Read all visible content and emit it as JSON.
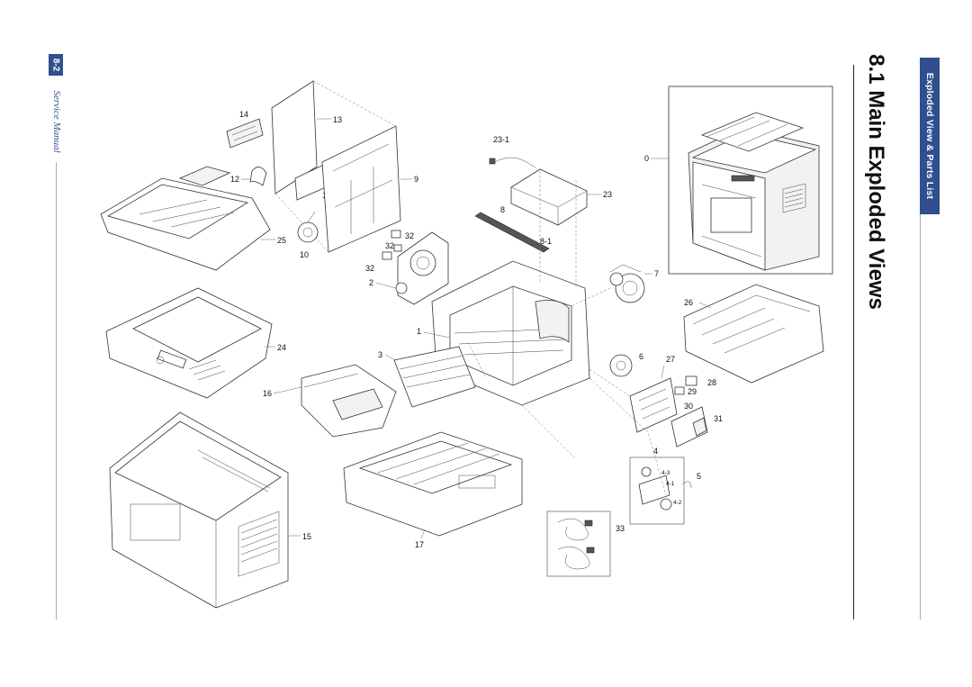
{
  "header": {
    "section_label": "Exploded View & Parts List",
    "title": "8.1 Main Exploded Views"
  },
  "footer": {
    "page_number": "8-2",
    "manual_label": "Service Manual"
  },
  "callouts": {
    "c0": "0",
    "c1": "1",
    "c2": "2",
    "c3": "3",
    "c4": "4",
    "c4_1": "4-1",
    "c4_2": "4-2",
    "c4_3": "4-3",
    "c5": "5",
    "c6": "6",
    "c7": "7",
    "c8": "8",
    "c8_1": "8-1",
    "c9": "9",
    "c10": "10",
    "c11": "11",
    "c12": "12",
    "c13": "13",
    "c14": "14",
    "c15": "15",
    "c16": "16",
    "c17": "17",
    "c23": "23",
    "c23_1": "23-1",
    "c24": "24",
    "c25": "25",
    "c26": "26",
    "c27": "27",
    "c28": "28",
    "c29": "29",
    "c30": "30",
    "c31": "31",
    "c32a": "32",
    "c32b": "32",
    "c32c": "32",
    "c33": "33"
  }
}
